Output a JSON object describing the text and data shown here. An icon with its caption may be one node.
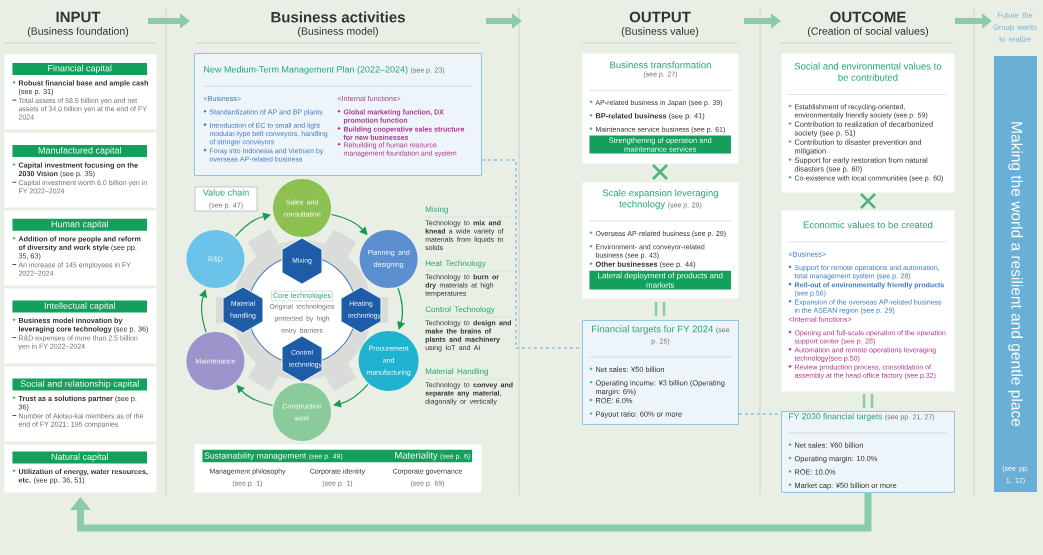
{
  "diagram": {
    "nodes": [
      {
        "text": [
          "Financial capital",
          "**Robust financial base and ample cash** (see p. 31)",
          "Total assets of 58.5 billion yen and net assets of 34.0 billion yen at the end of FY 2024"
        ]
      },
      {
        "text": [
          "Manufactured capital",
          "**Capital investment focusing on the 2030 Vision** (see p. 35)",
          "Capital investment worth 6.0 billion yen in FY 2022–2024"
        ]
      },
      {
        "text": [
          "Human capital",
          "**Addition of more people and reform of diversity and work style** (see pp. 35, 63)",
          "An increase of 145 employees in FY 2022–2024"
        ]
      },
      {
        "text": [
          "Intellectual capital",
          "**Business model innovation by leveraging core technology** (see p. 36)",
          "R&D expenses of more than 2.5 billion yen in FY 2022–2024"
        ]
      },
      {
        "text": [
          "Social and relationship capital",
          "**Trust as a solutions partner** (see p. 36)",
          "Number of Akitsu-kai members as of the end of FY 2021: 195 companies"
        ]
      },
      {
        "text": [
          "Natural capital",
          "**Utilization of energy, water resources, etc.** (see pp. 36, 51)"
        ]
      },
      {
        "text": [
          "New Medium-Term Management Plan (2022–2024)",
          "(see p. 23)",
          "<Business>",
          "Standardization of AP and BP plants",
          "Introduction of EC to small and light modular-type belt conveyors, handling of stringer conveyors",
          "Foray into Indonesia and Vietnam by overseas AP-related business",
          "<Internal functions>",
          "Global marketing function, DX promotion function",
          "Building cooperative sales structure for new businesses",
          "Rebuilding of human resource management foundation and system"
        ]
      },
      {
        "text": [
          "Value chain",
          "(see p. 47)"
        ]
      },
      {
        "text": [
          "Sales and consultation"
        ]
      },
      {
        "text": [
          "Planning and designing"
        ]
      },
      {
        "text": [
          "Procurement and manufacturing"
        ]
      },
      {
        "text": [
          "Construction work"
        ]
      },
      {
        "text": [
          "Maintenance"
        ]
      },
      {
        "text": [
          "R&D"
        ]
      },
      {
        "text": [
          "Core technologies",
          "Original technologies protected by high entry barriers"
        ]
      },
      {
        "text": [
          "Mixing"
        ]
      },
      {
        "text": [
          "Heating technology"
        ]
      },
      {
        "text": [
          "Control technology"
        ]
      },
      {
        "text": [
          "Material handling"
        ]
      },
      {
        "text": [
          "Sustainability management",
          "(see p. 49)",
          "Materiality",
          "(see p. 6)",
          "Management philosophy",
          "(see p. 1)",
          "Corporate identity",
          "(see p. 1)",
          "Corporate governance",
          "(see p. 69)"
        ]
      },
      {
        "text": [
          "Business transformation",
          "(see p. 27)",
          "AP-related business in Japan (see p. 39)",
          "**BP-related business** (see p. 41)",
          "Maintenance service business (see p. 61)",
          "Strengthening of operation and maintenance services"
        ]
      },
      {
        "text": [
          "Scale expansion leveraging technology",
          "(see p. 29)",
          "Overseas AP-related business (see p. 29)",
          "Environment- and conveyor-related business (see p. 43)",
          "**Other businesses** (see p. 44)",
          "Lateral deployment of products and markets"
        ]
      },
      {
        "text": [
          "Financial targets for FY 2024",
          "(see p. 25)",
          "Net sales: ¥50 billion",
          "Operating income: ¥3 billion (Operating margin: 6%)",
          "ROE: 6.0%",
          "Payout ratio: 60% or more"
        ]
      },
      {
        "text": [
          "Social and environmental values to be contributed",
          "Establishment of recycling-oriented, environmentally friendly society (see p. 59)",
          "Contribution to realization of decarbonized society (see p. 51)",
          "Contribution to disaster prevention and mitigation",
          "Support for early restoration from natural disasters (see p. 60)",
          "Co-existence with local communities (see p. 60)"
        ]
      },
      {
        "text": [
          "Economic values to be created",
          "<Business>",
          "Support for remote operations and automation, total management system (see p. 28)",
          "**Roll-out of environmentally friendly products** (see p.56)",
          "Expansion of the overseas AP-related business in the ASEAN region (see p. 29)",
          "<Internal functions>",
          "Opening and full-scale operation of the operation support center (see p. 28)",
          "Automation and remote operations leveraging technology(see p.50)",
          "Review production process, consolidation of assembly at the head office factory (see p.32)"
        ]
      },
      {
        "text": [
          "FY 2030 financial targets",
          "(see pp. 21, 27)",
          "Net sales: ¥60 billion",
          "Operating margin: 10.0%",
          "ROE: 10.0%",
          "Market cap: ¥50 billion or more"
        ]
      },
      {
        "text": [
          "Future the Group wants to realize",
          "Making the world a resilient and gentle place",
          "(see pp. 1, 12)"
        ]
      }
    ],
    "edges": [
      {
        "from": 8,
        "to": 9,
        "arrow": "to"
      },
      {
        "from": 9,
        "to": 10,
        "arrow": "to"
      },
      {
        "from": 10,
        "to": 11,
        "arrow": "to"
      },
      {
        "from": 11,
        "to": 12,
        "arrow": "to"
      },
      {
        "from": 12,
        "to": 13,
        "arrow": "to"
      },
      {
        "from": 13,
        "to": 8,
        "arrow": "to"
      },
      {
        "from": 6,
        "to": 22,
        "arrow": "none",
        "style": "dashed",
        "color": "#5aaedc"
      },
      {
        "from": 22,
        "to": 25,
        "arrow": "none",
        "style": "dashed",
        "color": "#5aaedc"
      },
      {
        "from": 25,
        "to": 5,
        "arrow": "to",
        "style": "thick",
        "color": "#8ccbaa"
      }
    ],
    "labels": [
      "INPUT",
      "(Business foundation)",
      "Business activities",
      "(Business model)",
      "OUTPUT",
      "(Business value)",
      "OUTCOME",
      "(Creation of social values)",
      "Mixing",
      "Technology to **mix and knead** a wide variety of materials from liquids to solids",
      "Heat Technology",
      "Technology to **burn or dry** materials at high temperatures",
      "Control Technology",
      "Technology to **design and make the brains of plants and machinery** using IoT and AI",
      "Material Handling",
      "Technology to **convey and separate any material**, diagonally or vertically"
    ]
  }
}
